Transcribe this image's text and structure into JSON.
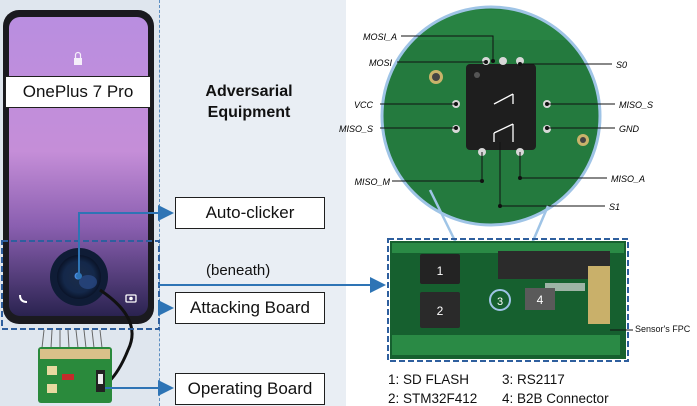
{
  "phone_label": "OnePlus 7 Pro",
  "heading": "Adversarial Equipment",
  "labels": {
    "auto_clicker": "Auto-clicker",
    "beneath": "(beneath)",
    "attacking_board": "Attacking Board",
    "operating_board": "Operating Board",
    "sensor_fpc": "Sensor's FPC"
  },
  "pins": {
    "mosi_a": "MOSI_A",
    "mosi": "MOSI",
    "vcc": "VCC",
    "miso_s_left": "MISO_S",
    "miso_m": "MISO_M",
    "s0": "S0",
    "miso_s_right": "MISO_S",
    "gnd": "GND",
    "miso_a": "MISO_A",
    "s1": "S1"
  },
  "chips": [
    "1",
    "2",
    "3",
    "4"
  ],
  "legend": [
    "1: SD FLASH",
    "3: RS2117",
    "2: STM32F412",
    "4: B2B Connector"
  ],
  "colors": {
    "arrow": "#2e74b5",
    "dashed_box": "#2e5f9e",
    "pcb": "#1f7a3a"
  }
}
